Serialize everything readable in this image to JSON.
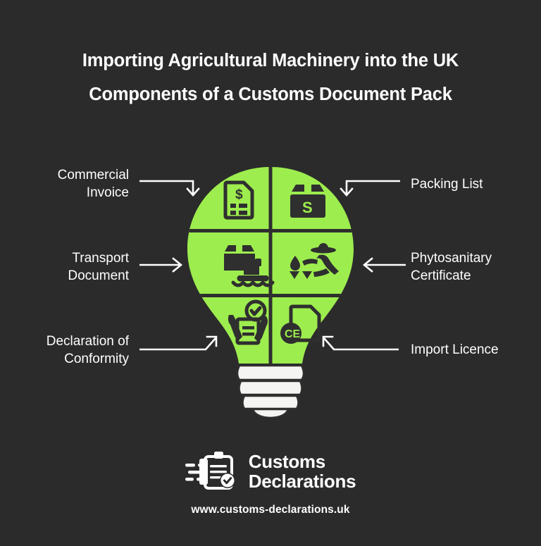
{
  "theme": {
    "background": "#2b2b2b",
    "accent_green": "#9ded4e",
    "dark_ink": "#2f2f2f",
    "text": "#ffffff"
  },
  "header": {
    "title_line_1": "Importing Agricultural Machinery into the UK",
    "title_line_2": "Components of a Customs Document Pack"
  },
  "diagram": {
    "shape": "light-bulb",
    "cells": [
      {
        "id": "commercial-invoice",
        "icon": "invoice-dollar-icon",
        "position": "top-left"
      },
      {
        "id": "packing-list",
        "icon": "package-box-icon",
        "position": "top-right"
      },
      {
        "id": "transport-document",
        "icon": "cargo-ship-icon",
        "position": "middle-left"
      },
      {
        "id": "phytosanitary-certificate",
        "icon": "farmer-crops-icon",
        "position": "middle-right"
      },
      {
        "id": "declaration-of-conformity",
        "icon": "certificate-check-icon",
        "position": "bottom-left"
      },
      {
        "id": "import-licence",
        "icon": "ce-mark-document-icon",
        "position": "bottom-right"
      }
    ]
  },
  "labels": {
    "left": [
      {
        "id": "commercial-invoice",
        "line_1": "Commercial",
        "line_2": "Invoice",
        "arrow": "arrow-right-down"
      },
      {
        "id": "transport-document",
        "line_1": "Transport",
        "line_2": "Document",
        "arrow": "arrow-right"
      },
      {
        "id": "declaration-of-conformity",
        "line_1": "Declaration of",
        "line_2": "Conformity",
        "arrow": "arrow-right-up"
      }
    ],
    "right": [
      {
        "id": "packing-list",
        "line_1": "Packing List",
        "line_2": "",
        "arrow": "arrow-left-down"
      },
      {
        "id": "phytosanitary-certificate",
        "line_1": "Phytosanitary",
        "line_2": "Certificate",
        "arrow": "arrow-left"
      },
      {
        "id": "import-licence",
        "line_1": "Import Licence",
        "line_2": "",
        "arrow": "arrow-left-up"
      }
    ]
  },
  "footer": {
    "brand_line_1": "Customs",
    "brand_line_2": "Declarations",
    "website": "www.customs-declarations.uk",
    "logo_icon": "clipboard-check-icon"
  }
}
